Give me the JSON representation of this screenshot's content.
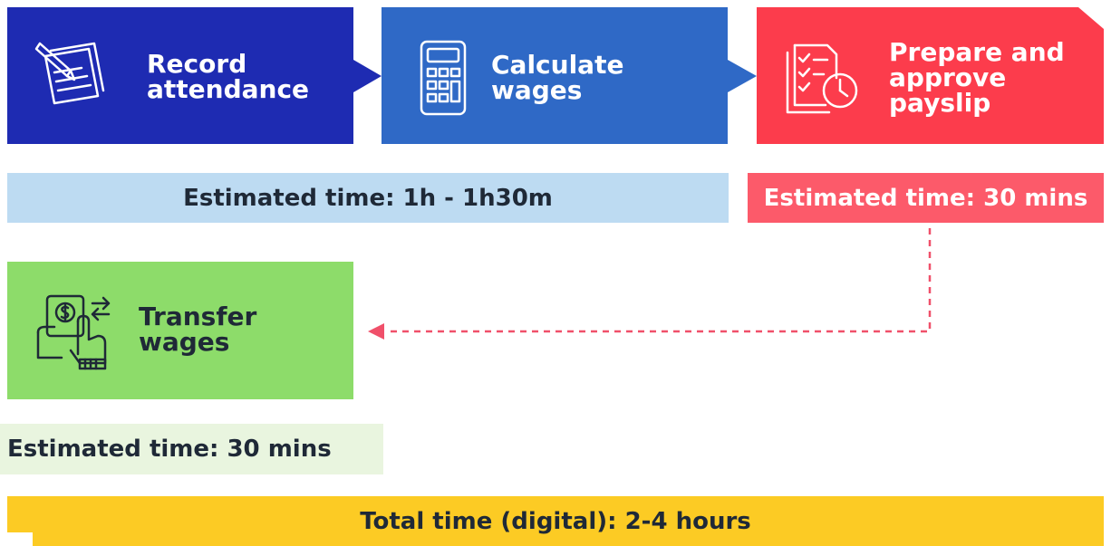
{
  "steps": [
    {
      "label": "Record\nattendance",
      "icon": "notepad-pencil-icon"
    },
    {
      "label": "Calculate\nwages",
      "icon": "calculator-icon"
    },
    {
      "label": "Prepare and\napprove\npayslip",
      "icon": "checklist-clock-icon"
    },
    {
      "label": "Transfer\nwages",
      "icon": "hand-money-transfer-icon"
    }
  ],
  "estimates": {
    "first_two_steps": "Estimated time: 1h - 1h30m",
    "payslip": "Estimated time: 30 mins",
    "transfer": "Estimated time: 30 mins"
  },
  "total": "Total time (digital): 2-4 hours",
  "colors": {
    "step1": "#1e2bb2",
    "step2": "#2f69c6",
    "step3": "#fc3c4c",
    "step4": "#8ddc6a",
    "estimate_blue": "#bddbf2",
    "estimate_red": "#fc5a6a",
    "estimate_green": "#e9f5df",
    "total": "#fccb24",
    "connector": "#f0506a"
  }
}
